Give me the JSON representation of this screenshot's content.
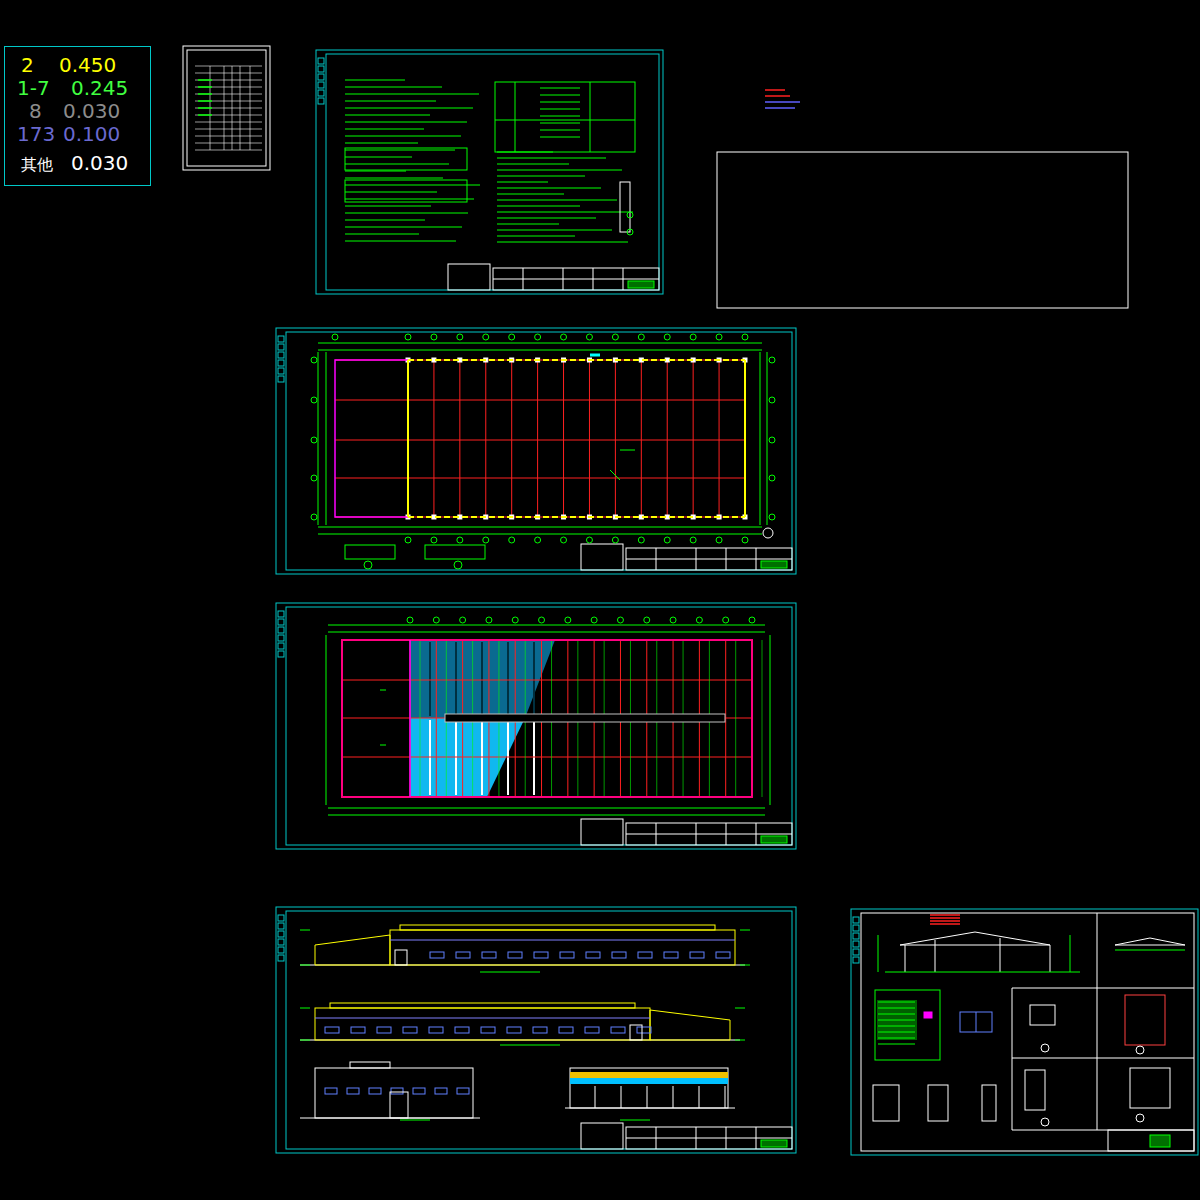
{
  "diagram": {
    "nodes": [
      {
        "text": [
          "2",
          "0.450",
          "1-7",
          "0.245",
          "8",
          "0.030",
          "173",
          "0.100",
          "其他",
          "0.030"
        ]
      }
    ]
  }
}
